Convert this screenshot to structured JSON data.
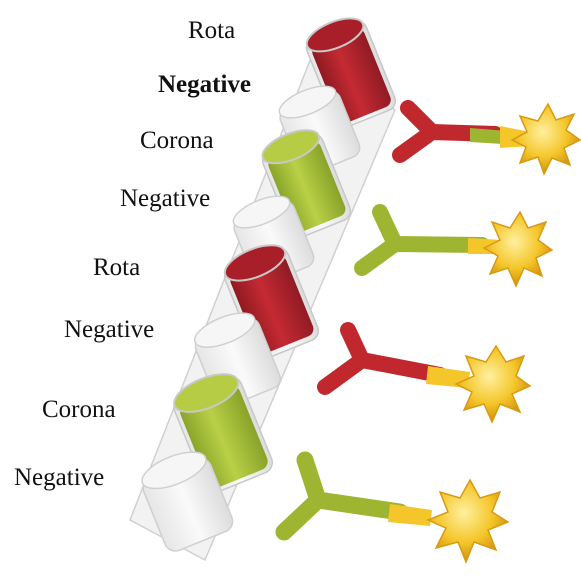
{
  "labels": {
    "l1": "Rota",
    "l2": "Negative",
    "l3": "Corona",
    "l4": "Negative",
    "l5": "Rota",
    "l6": "Negative",
    "l7": "Corona",
    "l8": "Negative"
  },
  "colors": {
    "red_fill": "#b5232f",
    "green_fill": "#a9c23c",
    "red_antibody": "#c0282e",
    "green_antibody": "#9db531",
    "virus": "#f4c629",
    "virus_dark": "#d99a12"
  }
}
